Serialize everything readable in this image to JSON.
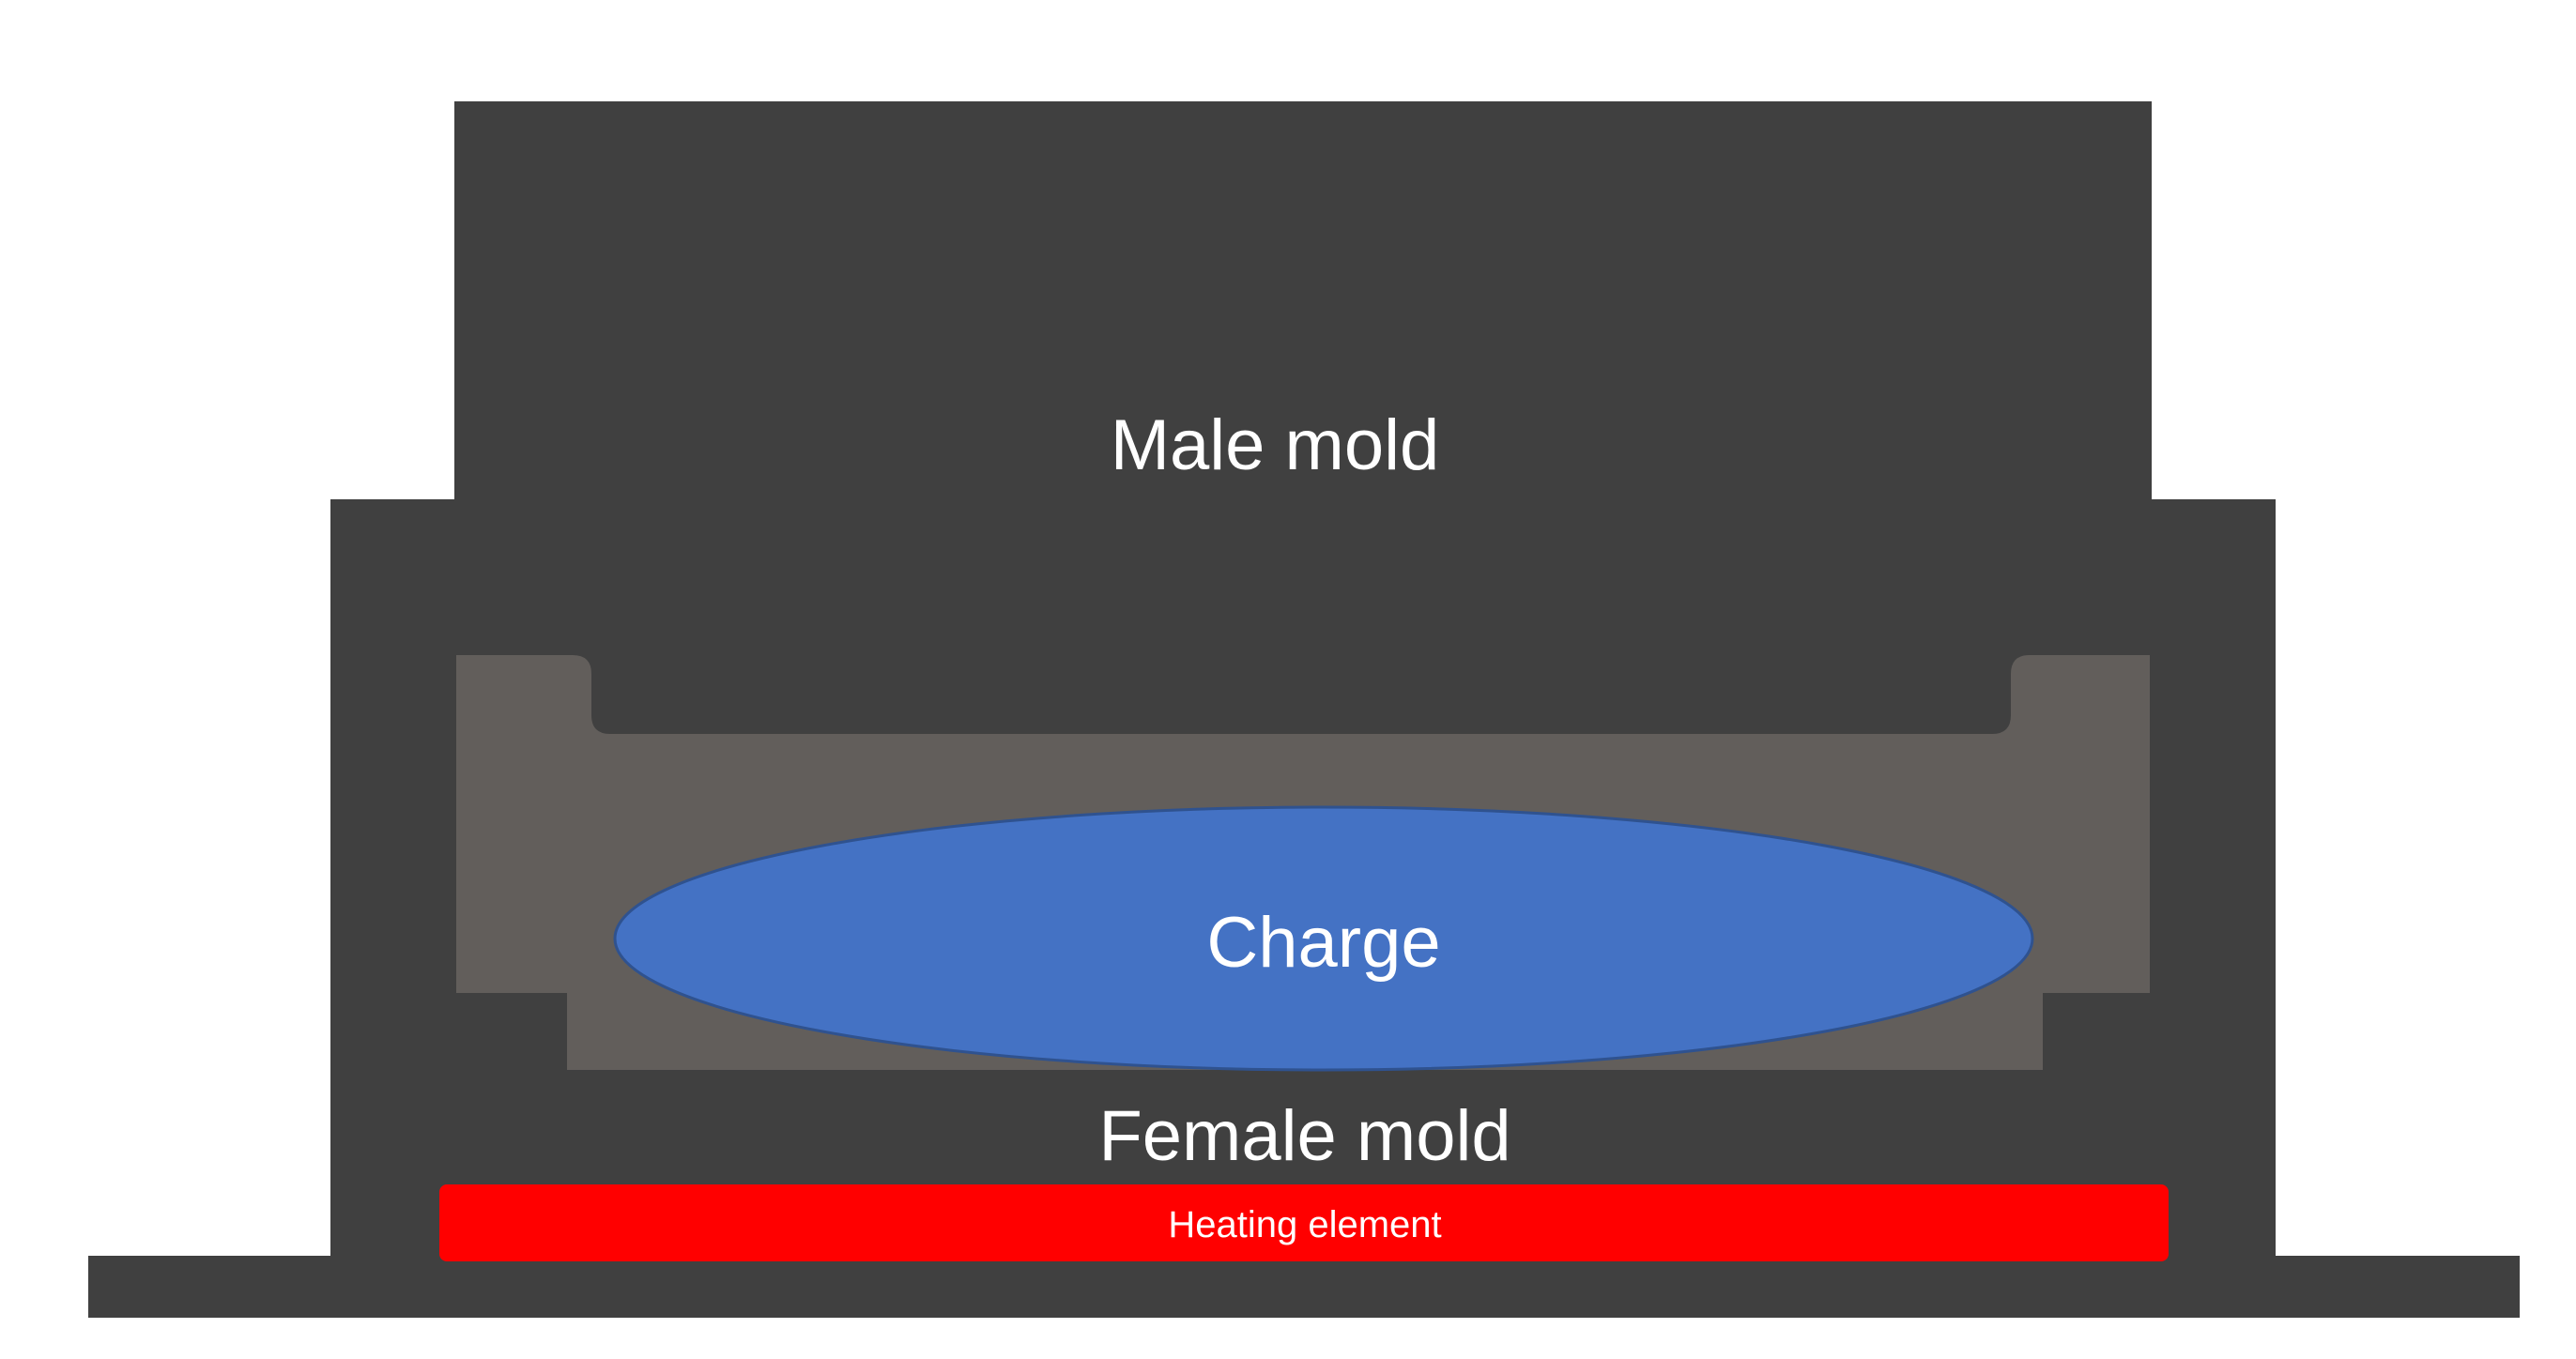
{
  "labels": {
    "male_mold": "Male mold",
    "charge": "Charge",
    "female_mold": "Female mold",
    "heating_element": "Heating element"
  },
  "colors": {
    "mold": "#404040",
    "cavity": "#625e5b",
    "charge_fill": "#4472c4",
    "charge_stroke": "#2f528f",
    "heating": "#ff0000",
    "text": "#ffffff",
    "background": "#ffffff"
  }
}
